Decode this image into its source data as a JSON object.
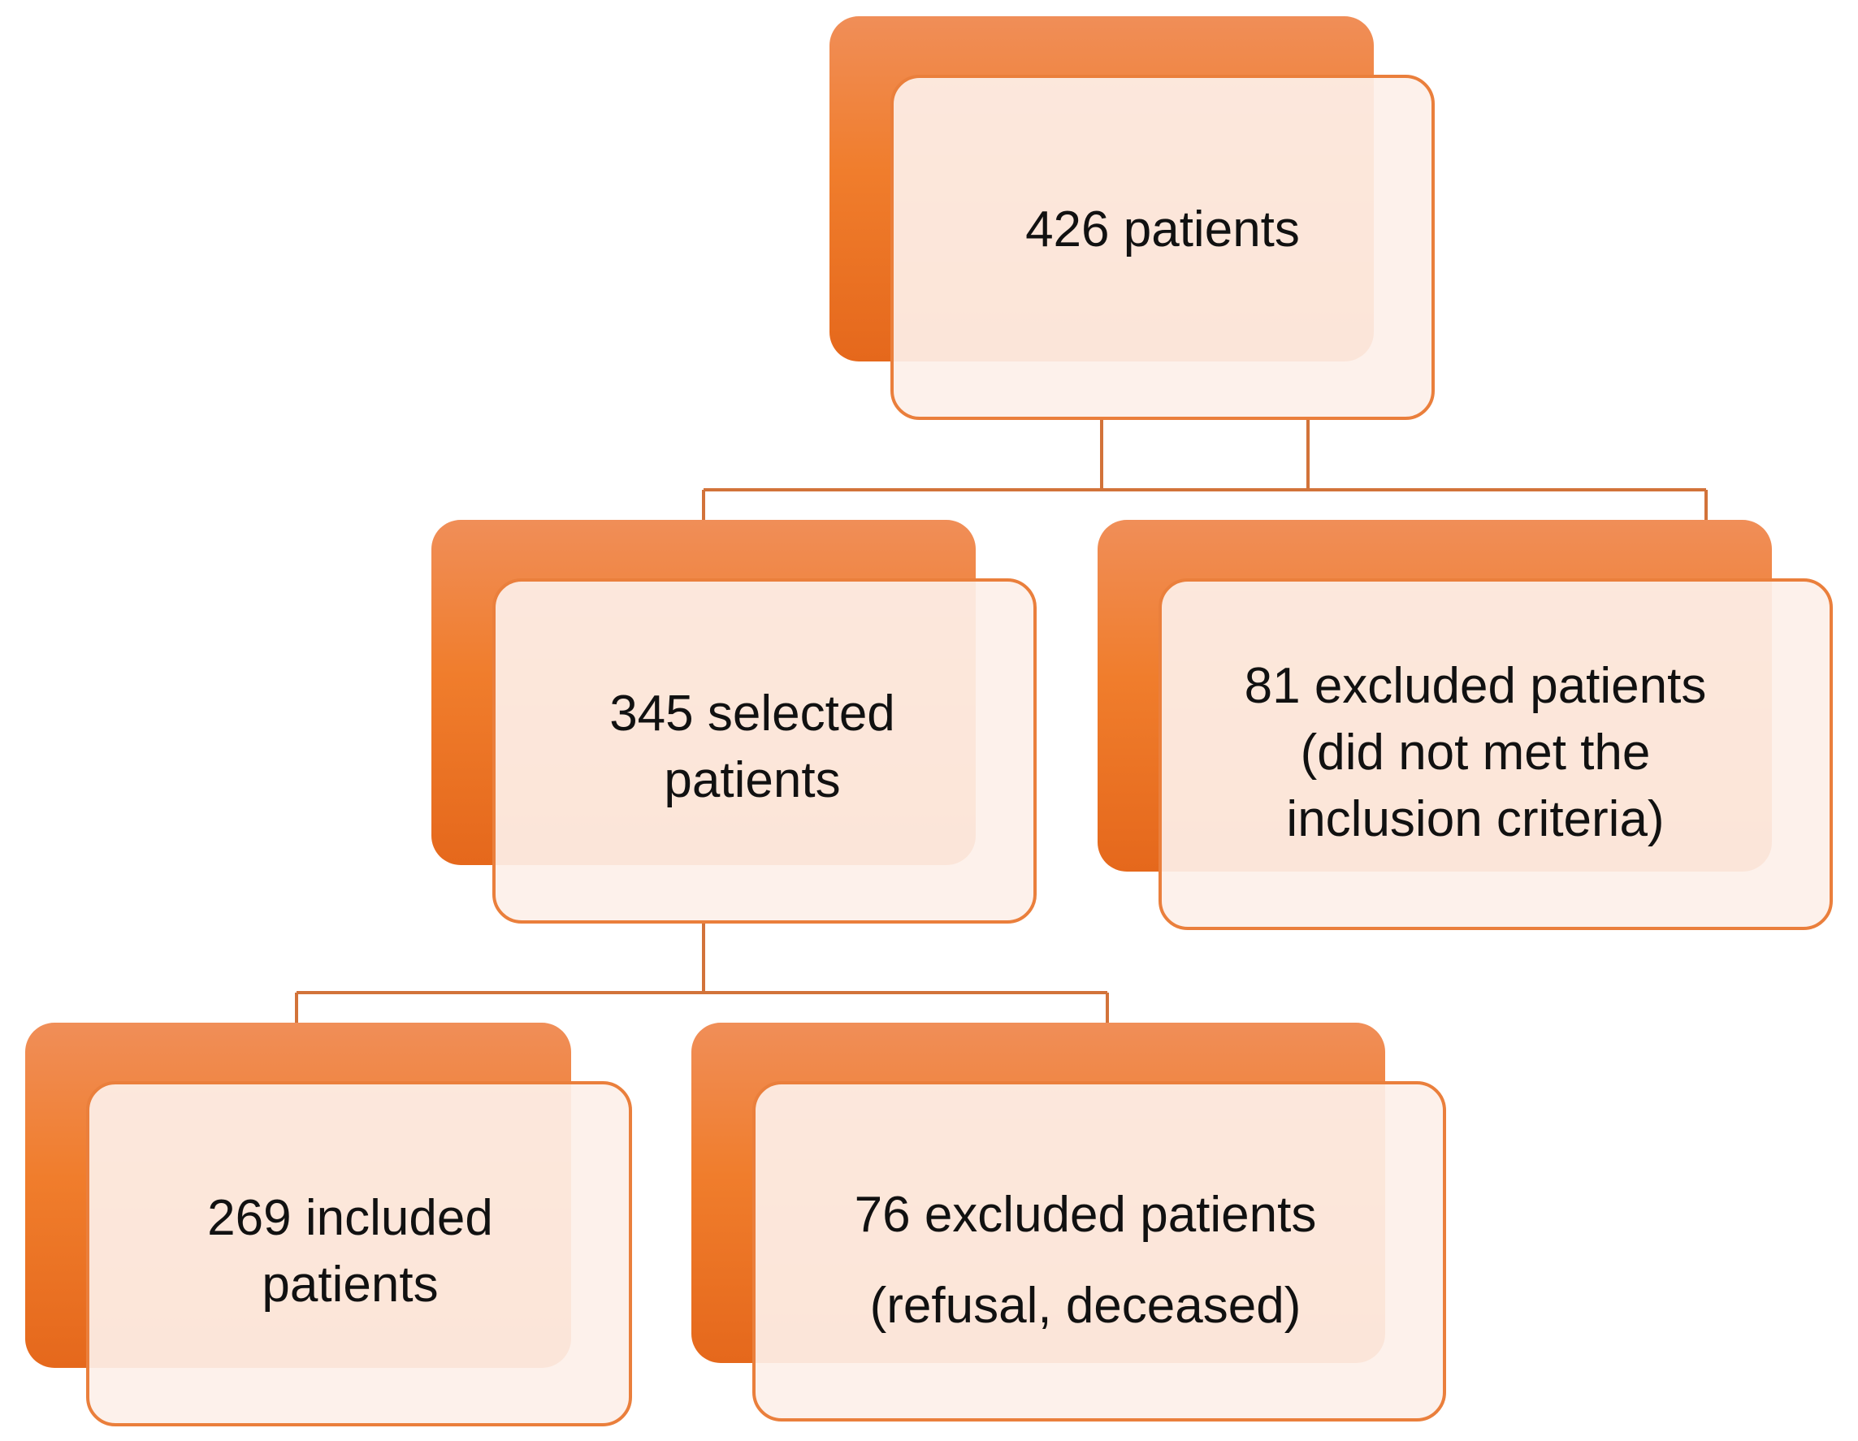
{
  "diagram": {
    "type": "flowchart",
    "colors": {
      "accent": "#f07d2c",
      "accent_dark": "#e5681c",
      "box_fill": "#fdf0e9",
      "border": "#ea7f3c",
      "connector": "#d2733a",
      "text": "#111111"
    },
    "nodes": {
      "total": {
        "lines": [
          "426 patients"
        ]
      },
      "selected": {
        "lines": [
          "345 selected",
          "patients"
        ]
      },
      "excluded_criteria": {
        "lines": [
          "81 excluded patients",
          "(did not met the",
          "inclusion criteria)"
        ]
      },
      "included": {
        "lines": [
          "269 included",
          "patients"
        ]
      },
      "excluded_refusal": {
        "lines": [
          "76 excluded patients",
          "(refusal, deceased)"
        ]
      }
    }
  }
}
